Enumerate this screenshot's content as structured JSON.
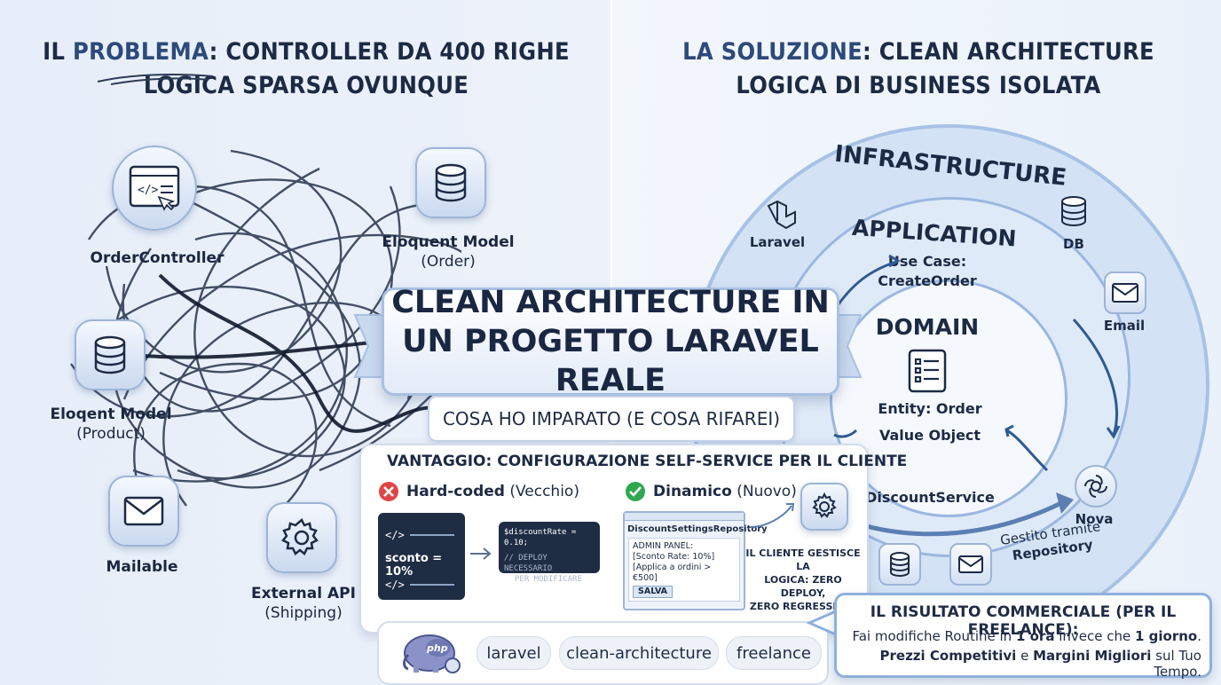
{
  "left_header": {
    "prefix": "IL ",
    "highlight": "PROBLEMA",
    "rest": ": CONTROLLER DA 400 RIGHE",
    "line2": "LOGICA SPARSA OVUNQUE"
  },
  "right_header": {
    "highlight": "LA SOLUZIONE",
    "rest": ": CLEAN ARCHITECTURE",
    "line2": "LOGICA DI BUSINESS ISOLATA"
  },
  "left_nodes": {
    "controller": "OrderController",
    "order_model": "Eloquent Model",
    "order_model_sub": "(Order)",
    "product_model": "Eloqent Model",
    "product_model_sub": "(Product)",
    "mailable": "Mailable",
    "external_api": "External API",
    "external_api_sub": "(Shipping)"
  },
  "banner": {
    "line1": "CLEAN ARCHITECTURE IN",
    "line2": "UN PROGETTO LARAVEL REALE",
    "subtitle": "COSA HO IMPARATO (E COSA RIFAREI)"
  },
  "rings": {
    "infrastructure": "INFRASTRUCTURE",
    "application": "APPLICATION",
    "domain": "DOMAIN",
    "use_case_1": "Use Case:",
    "use_case_2": "CreateOrder",
    "entity": "Entity: Order",
    "value_object": "Value Object",
    "discount_service": "DiscountService",
    "laravel": "Laravel",
    "db": "DB",
    "email": "Email",
    "nova": "Nova",
    "gestito_1": "Gestito tramite",
    "gestito_2": "Repository"
  },
  "advantage": {
    "title": "VANTAGGIO: CONFIGURAZIONE SELF-SERVICE PER IL CLIENTE",
    "old_bold": "Hard-coded",
    "old_rest": " (Vecchio)",
    "new_bold": "Dinamico",
    "new_rest": " (Nuovo)",
    "code_tag_open": "</>",
    "code_sconto": "sconto = 10%",
    "code_tag_close": "</>",
    "code_rate": "$discountRate = 0.10;",
    "code_comment_1": "// DEPLOY NECESSARIO",
    "code_comment_2": "PER MODIFICARE",
    "repo_title": "DiscountSettingsRepository",
    "admin_1": "ADMIN PANEL:",
    "admin_2": "[Sconto Rate: 10%]",
    "admin_3": "[Applica a ordini > €500]",
    "save": "SALVA",
    "client_1": "IL CLIENTE GESTISCE LA",
    "client_2": "LOGICA: ZERO DEPLOY,",
    "client_3": "ZERO REGRESSIONI"
  },
  "tags": [
    "laravel",
    "clean-architecture",
    "freelance"
  ],
  "php_label": "php",
  "result": {
    "title": "IL RISULTATO COMMERCIALE (PER IL FREELANCE):",
    "l1_a": "Fai modifiche Routine in ",
    "l1_b": "1 ora",
    "l1_c": " invece che ",
    "l1_d": "1 giorno",
    "l1_e": ".",
    "l2_a": "Prezzi Competitivi",
    "l2_b": " e ",
    "l2_c": "Margini Migliori",
    "l2_d": " sul Tuo Tempo."
  },
  "colors": {
    "accent": "#2c4a7a",
    "ring": "#a7c2e6",
    "bad": "#e04545",
    "good": "#2fa84f",
    "dark": "#1f2d44"
  }
}
